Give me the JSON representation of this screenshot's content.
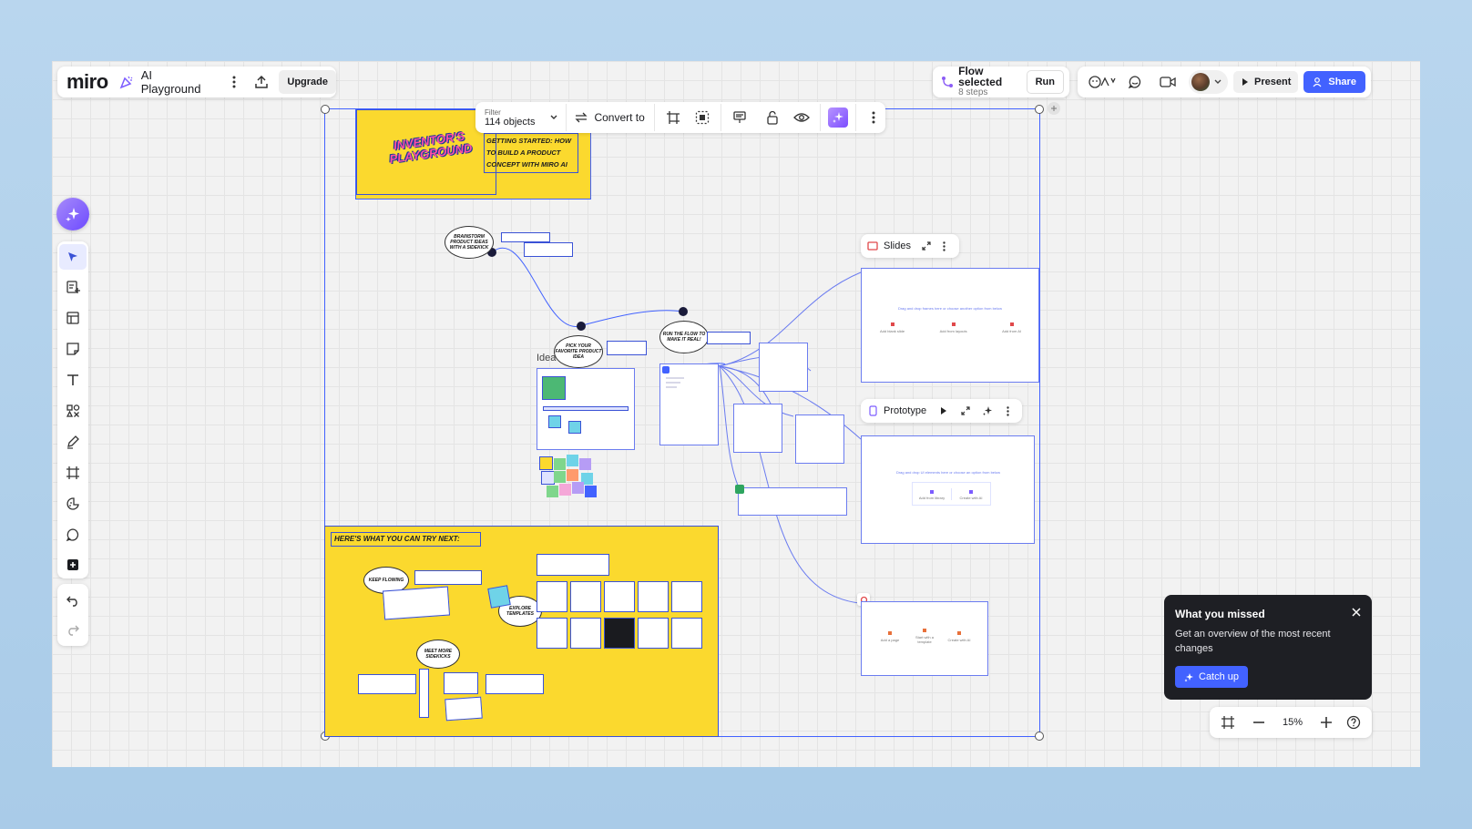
{
  "app": {
    "logo": "miro",
    "board_name": "AI Playground",
    "upgrade_label": "Upgrade"
  },
  "flow": {
    "title": "Flow selected",
    "subtitle": "8 steps",
    "run_label": "Run"
  },
  "topbar": {
    "present_label": "Present",
    "share_label": "Share"
  },
  "selection_toolbar": {
    "filter_label": "Filter",
    "filter_value": "114 objects",
    "convert_label": "Convert to"
  },
  "left_toolbar": {
    "tools": [
      "select",
      "templates",
      "frame-layout",
      "sticky-note",
      "text",
      "shapes",
      "pen",
      "frame",
      "stickers",
      "comment",
      "more"
    ]
  },
  "canvas": {
    "banner_title": "INVENTOR'S PLAYGROUND",
    "banner_heading": "GETTING STARTED: HOW TO BUILD A PRODUCT CONCEPT WITH MIRO AI",
    "idea_label": "Idea",
    "clouds": {
      "brainstorm": "BRAINSTORM PRODUCT IDEAS WITH A SIDEKICK",
      "pick": "PICK YOUR FAVORITE PRODUCT IDEA",
      "run_flow": "RUN THE FLOW TO MAKE IT REAL!",
      "keep_flowing": "KEEP FLOWING",
      "explore": "EXPLORE TEMPLATES",
      "meet": "MEET MORE SIDEKICKS"
    },
    "try_next_title": "HERE'S WHAT YOU CAN TRY NEXT:",
    "slides_widget": {
      "label": "Slides",
      "prompt": "Drag and drop frames here or choose another option from below",
      "options": [
        "Add blank slide",
        "Add from layouts",
        "Add from AI"
      ]
    },
    "prototype_widget": {
      "label": "Prototype",
      "prompt": "Drag and drop UI elements here or choose an option from below",
      "options": [
        "Add from library",
        "Create with AI"
      ]
    },
    "third_widget": {
      "options": [
        "Add a page",
        "Start with a template",
        "Create with AI"
      ]
    }
  },
  "what_you_missed": {
    "title": "What you missed",
    "body": "Get an overview of the most recent changes",
    "button": "Catch up"
  },
  "zoom": {
    "level": "15%"
  },
  "colors": {
    "accent": "#4262ff",
    "banner_yellow": "#fbd92e",
    "toast_bg": "#1e1f24",
    "ai_purple": "#8b5cf6"
  }
}
